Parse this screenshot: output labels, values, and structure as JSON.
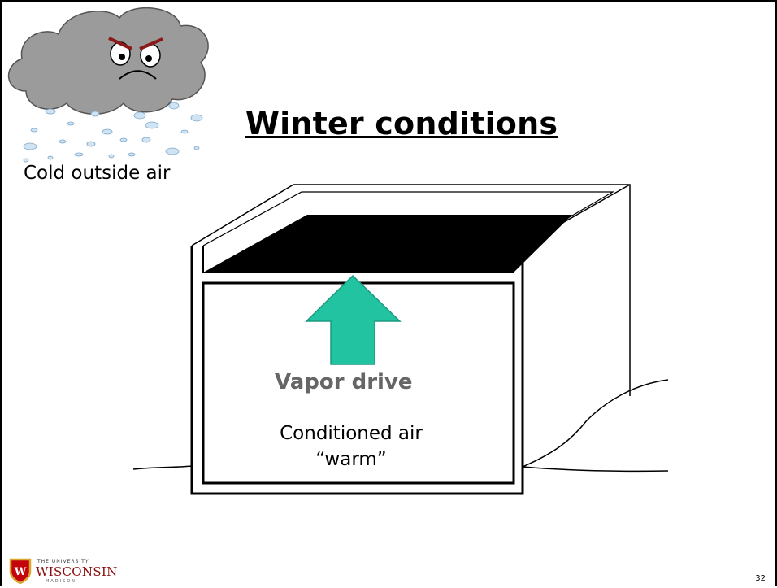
{
  "slide": {
    "title": "Winter conditions",
    "cold_label": "Cold outside air",
    "vapor_label": "Vapor drive",
    "conditioned_line1": "Conditioned air",
    "conditioned_line2": "“warm”",
    "page_number": "32"
  },
  "logo": {
    "small_text": "THE UNIVERSITY",
    "main_text": "WISCONSIN",
    "sub_text": "MADISON"
  },
  "colors": {
    "arrow_fill": "#22c3a0",
    "arrow_stroke": "#1a9a80",
    "cloud_fill": "#9b9b9b",
    "vapor_text": "#666666",
    "logo_red": "#8a0d0d"
  }
}
